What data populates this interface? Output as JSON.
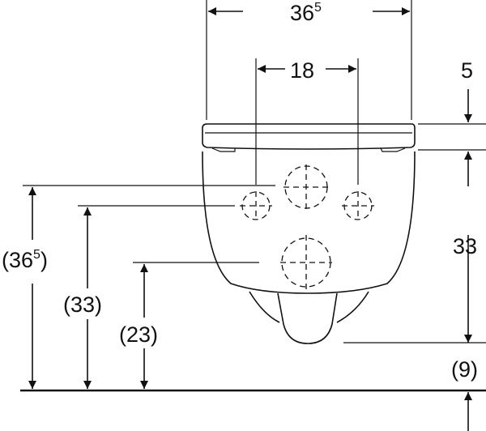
{
  "dimensions": {
    "width_total": {
      "main": "36",
      "sup": "5"
    },
    "hole_spacing": "18",
    "seat_thickness": "5",
    "bowl_height": "33",
    "fixing_height_top": {
      "open": "(36",
      "sup": "5",
      "close": ")"
    },
    "fixing_height_mid": "(33)",
    "fixing_height_low": "(23)",
    "floor_gap": "(9)"
  }
}
